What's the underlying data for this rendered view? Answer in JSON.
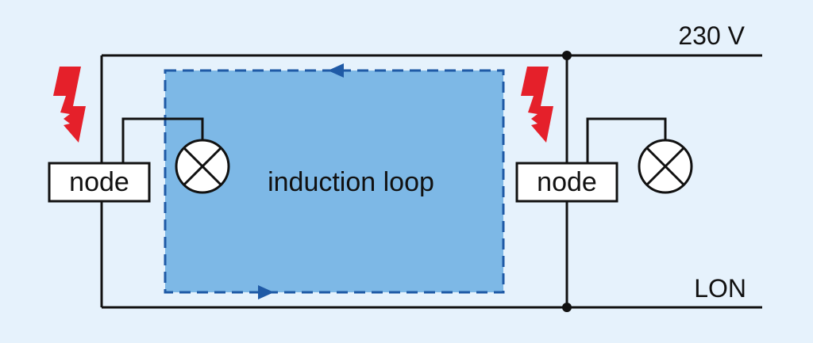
{
  "colors": {
    "background": "#e6f2fc",
    "loop_fill": "#7db8e6",
    "loop_border": "#1f5aa6",
    "wire": "#111111",
    "lightning": "#e5202a"
  },
  "rails": {
    "top_label": "230 V",
    "bottom_label": "LON"
  },
  "loop": {
    "label": "induction loop"
  },
  "nodes": [
    {
      "label": "node"
    },
    {
      "label": "node"
    }
  ],
  "icons": [
    "lightning-icon",
    "lamp-icon"
  ]
}
